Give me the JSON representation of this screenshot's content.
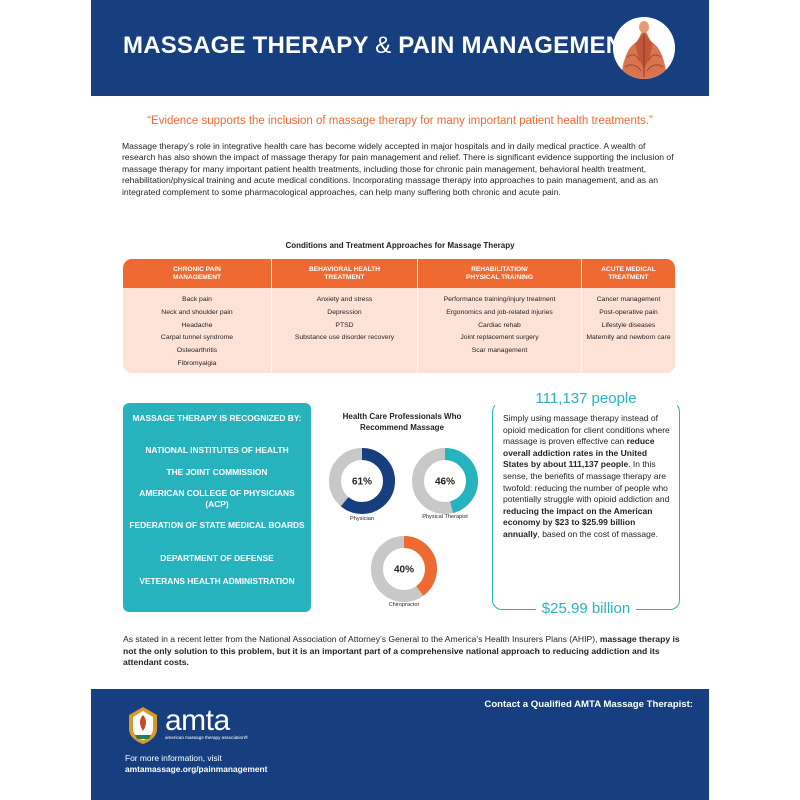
{
  "header": {
    "title_main": "MASSAGE THERAPY",
    "title_amp": "&",
    "title_tail": "PAIN MANAGEMENT",
    "image_icon": "back-muscles-illustration"
  },
  "quote": "“Evidence supports the inclusion of massage therapy for many important patient health treatments.”",
  "intro": "Massage therapy’s role in integrative health care has become widely accepted in major hospitals and in daily medical practice. A wealth of research has also shown the impact of massage therapy for pain management and relief. There is significant evidence supporting the inclusion of massage therapy for many important patient health treatments, including those for chronic pain management, behavioral health treatment, rehabilitation/physical training and acute medical conditions. Incorporating massage therapy into approaches to pain management, and as an integrated complement to some pharmacological approaches, can help many suffering both chronic and acute pain.",
  "table": {
    "title": "Conditions and Treatment Approaches for Massage Therapy",
    "columns": [
      {
        "header": "CHRONIC PAIN MANAGEMENT",
        "items": [
          "Back pain",
          "Neck and shoulder pain",
          "Headache",
          "Carpal tunnel syndrome",
          "Osteoarthritis",
          "Fibromyalgia"
        ]
      },
      {
        "header": "BEHAVIORAL HEALTH TREATMENT",
        "items": [
          "Anxiety and stress",
          "Depression",
          "PTSD",
          "Substance use disorder recovery"
        ]
      },
      {
        "header": "REHABILITATION/ PHYSICAL TRAINING",
        "items": [
          "Performance training/injury treatment",
          "Ergonomics and job-related injuries",
          "Cardiac rehab",
          "Joint replacement surgery",
          "Scar management"
        ]
      },
      {
        "header": "ACUTE MEDICAL TREATMENT",
        "items": [
          "Cancer management",
          "Post-operative pain",
          "Lifestyle diseases",
          "Maternity and newborn care"
        ]
      }
    ]
  },
  "recognized": {
    "title": "MASSAGE THERAPY IS RECOGNIZED BY:",
    "items": [
      "NATIONAL INSTITUTES OF HEALTH",
      "THE JOINT COMMISSION",
      "AMERICAN COLLEGE OF PHYSICIANS (ACP)",
      "FEDERATION OF STATE MEDICAL BOARDS",
      "DEPARTMENT OF DEFENSE",
      "VETERANS HEALTH ADMINISTRATION"
    ]
  },
  "donuts": {
    "title": "Health Care Professionals Who Recommend Massage",
    "items": [
      {
        "label": "Physician",
        "value": 61,
        "display": "61%",
        "color": "#173f7f"
      },
      {
        "label": "Physical Therapist",
        "value": 46,
        "display": "46%",
        "color": "#27b3bd"
      },
      {
        "label": "Chiropractor",
        "value": 40,
        "display": "40%",
        "color": "#ef6a32"
      }
    ],
    "track_color": "#c8c8c8"
  },
  "stat": {
    "top": "111,137 people",
    "text_1": "Simply using massage therapy instead of opioid medication for client conditions where massage is proven effective can ",
    "bold_1": "reduce overall addiction rates in the United States by about 111,137 people",
    "text_2": ". In this sense, the benefits of massage therapy are twofold: reducing the number of people who potentially struggle with opioid addiction and ",
    "bold_2": "reducing the impact on the American economy by $23 to $25.99 billion annually",
    "text_3": ", based on the cost of massage.",
    "bottom": "$25.99 billion"
  },
  "closing": {
    "text": "As stated in a recent letter from the National Association of Attorney’s General to the America’s Health Insurers Plans (AHIP), ",
    "bold": "massage therapy is not the only solution to this problem, but it is an important part of a comprehensive national approach to reducing addiction and its attendant costs."
  },
  "footer": {
    "contact": "Contact a Qualified AMTA Massage Therapist:",
    "logo_word": "amta",
    "logo_sub": "american massage therapy association®",
    "info_line": "For more information, visit",
    "url": "amtamassage.org/painmanagement"
  },
  "colors": {
    "navy": "#173f7f",
    "orange": "#ef6a32",
    "teal": "#27b3bd",
    "peach": "#fde2d5"
  }
}
